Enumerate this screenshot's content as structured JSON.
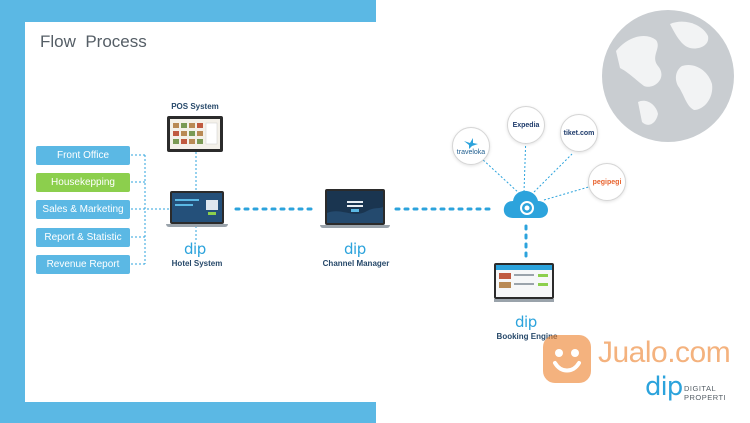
{
  "title": "Flow  Process",
  "modules": [
    {
      "label": "Front Office",
      "color": "#5bb8e4"
    },
    {
      "label": "Housekepping",
      "color": "#8ccf4d"
    },
    {
      "label": "Sales & Marketing",
      "color": "#5bb8e4"
    },
    {
      "label": "Report & Statistic",
      "color": "#5bb8e4"
    },
    {
      "label": "Revenue Report",
      "color": "#5bb8e4"
    }
  ],
  "nodes": {
    "pos": {
      "label": "POS System"
    },
    "hotel": {
      "label": "Hotel System",
      "logo": "dip"
    },
    "channel": {
      "label": "Channel Manager",
      "logo": "dip"
    },
    "booking": {
      "label": "Booking Engine",
      "logo": "dip"
    },
    "cloud": {
      "icon": "cloud-icon"
    }
  },
  "otas": [
    {
      "label": "traveloka"
    },
    {
      "label": "Expedia"
    },
    {
      "label": "tiket.com"
    },
    {
      "label": "pegipegi"
    }
  ],
  "watermark": "Jualo.com",
  "brand": {
    "logo": "dip",
    "line1": "DIGITAL",
    "line2": "PROPERTI"
  },
  "colors": {
    "frame": "#5bb8e4",
    "connector": "#2ca3dc",
    "accent_green": "#8ccf4d"
  }
}
